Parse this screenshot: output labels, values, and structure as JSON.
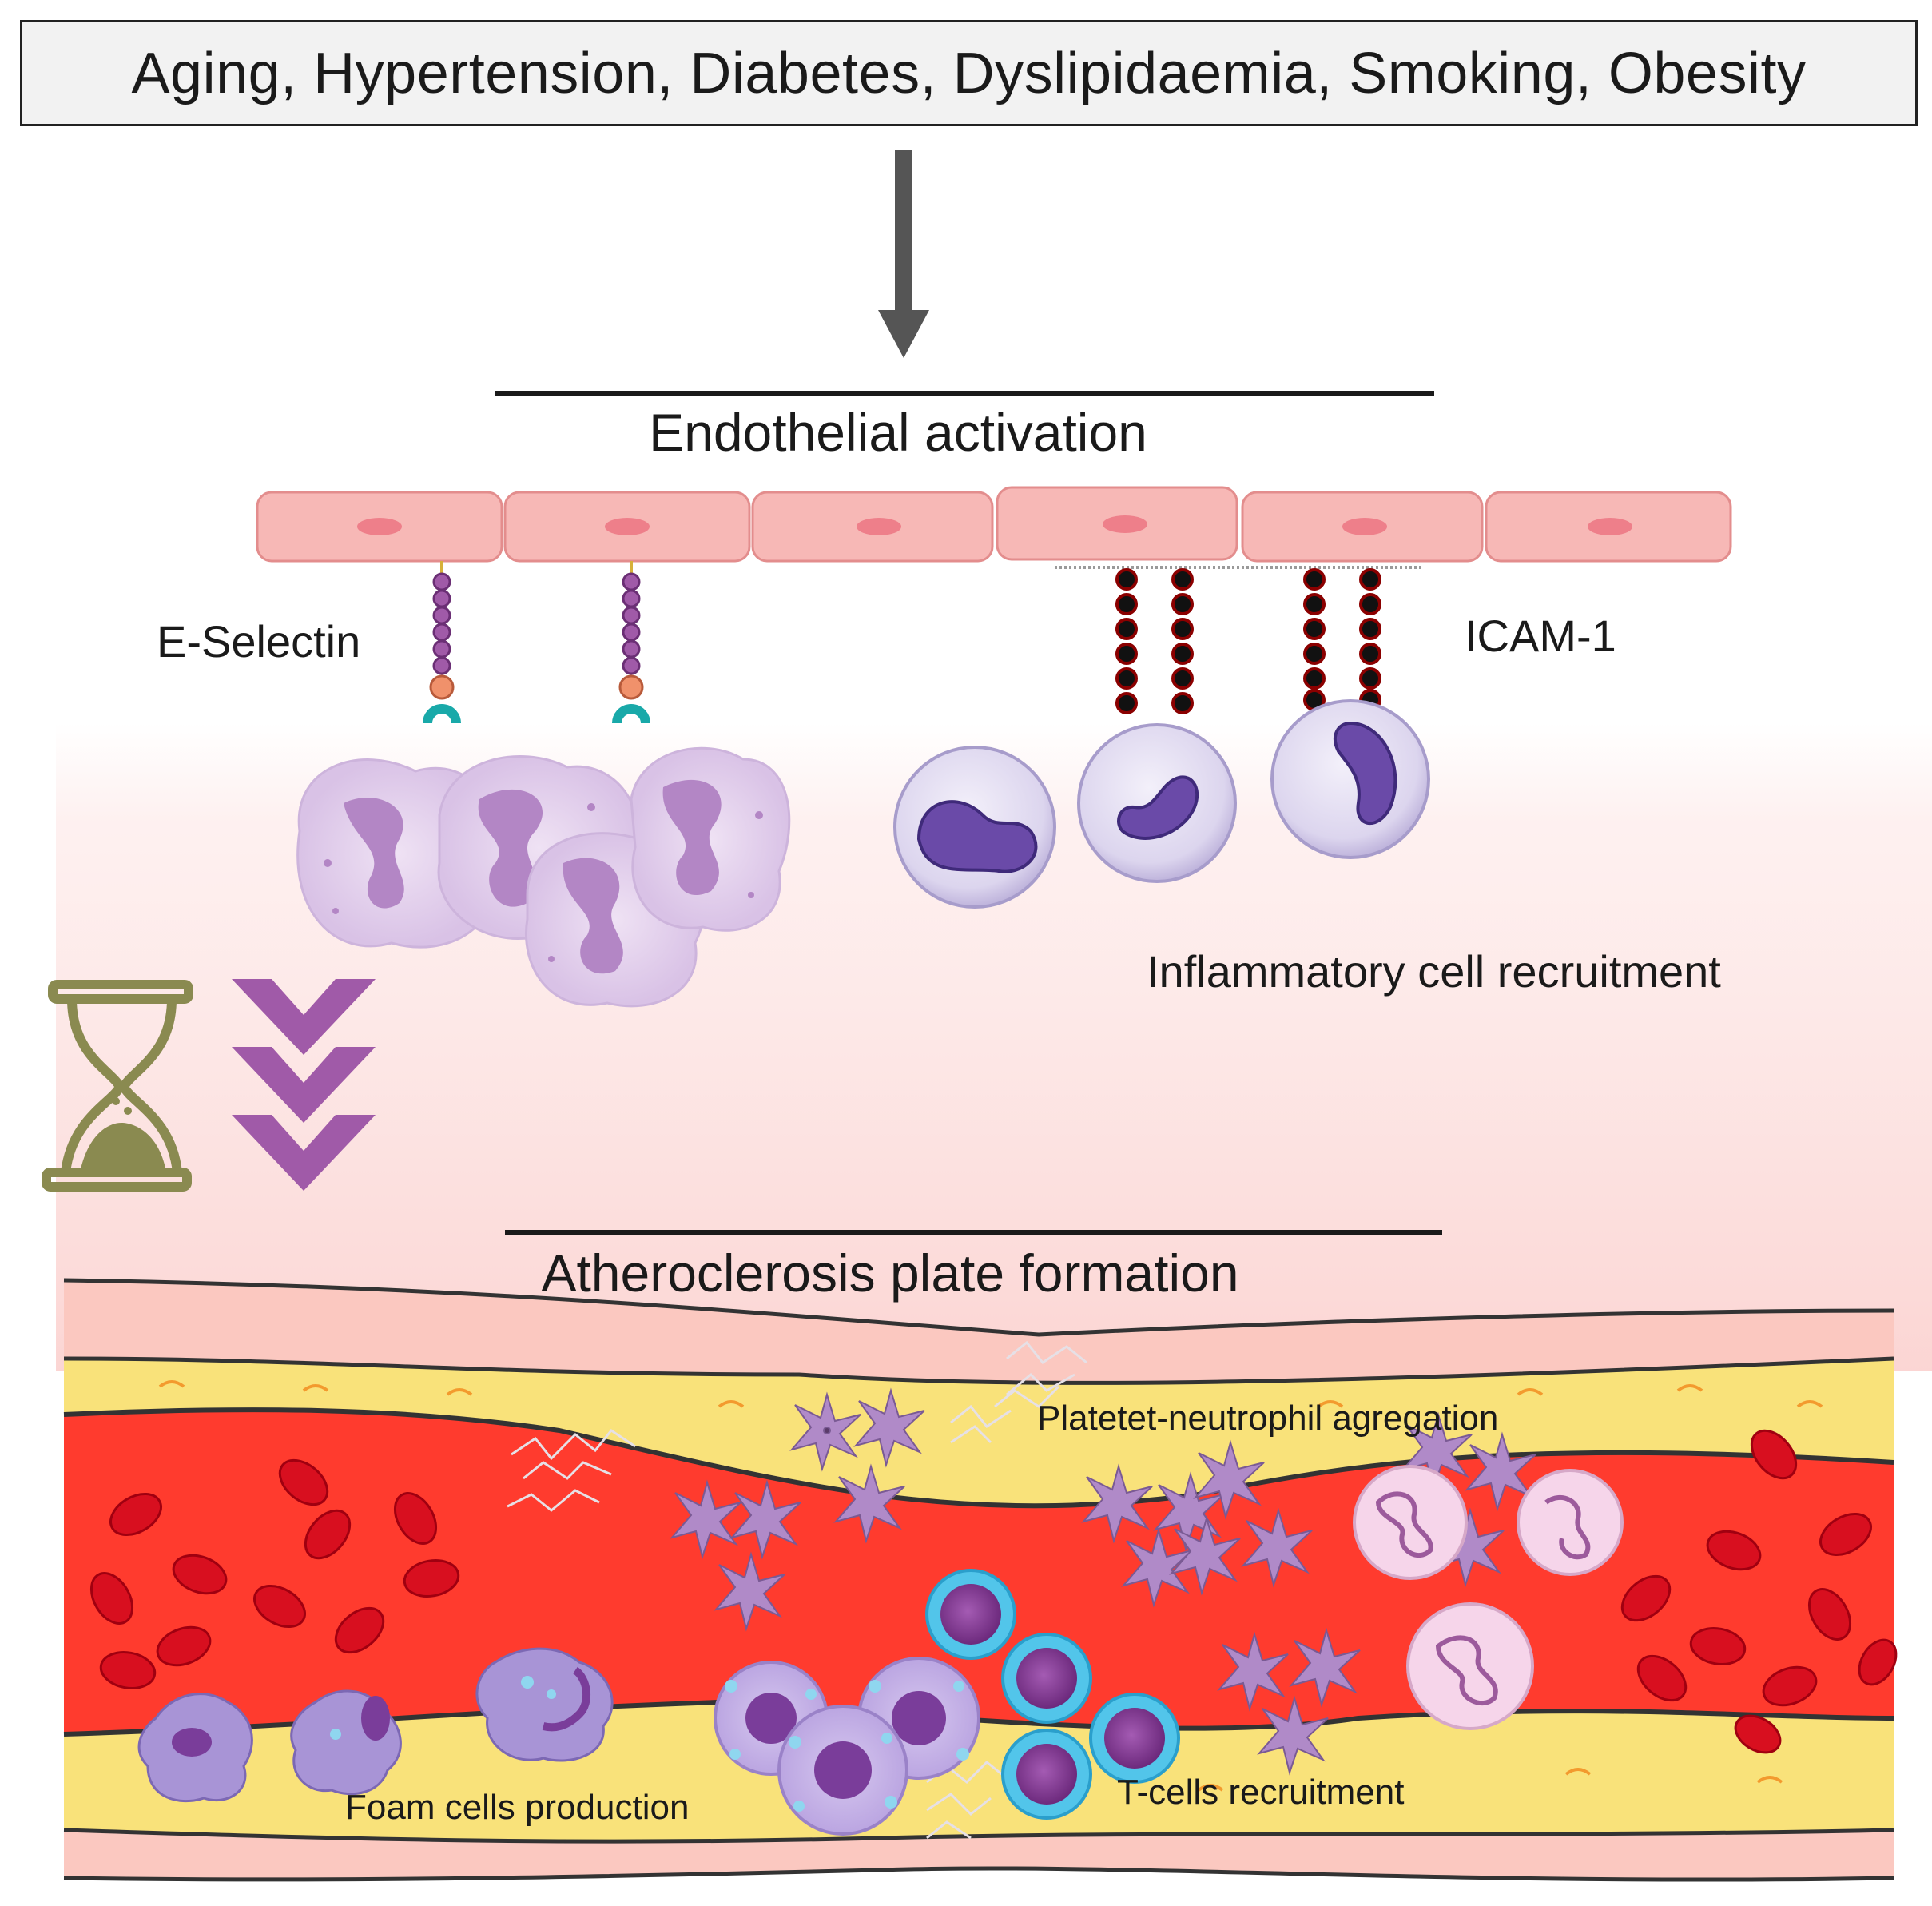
{
  "risk_factors": "Aging, Hypertension, Diabetes, Dyslipidaemia, Smoking, Obesity",
  "sections": {
    "endothelial": "Endothelial activation",
    "atherosclerosis": "Atheroclerosis plate formation"
  },
  "labels": {
    "e_selectin": "E-Selectin",
    "icam1": "ICAM-1",
    "inflammatory": "Inflammatory cell recruitment",
    "platelet": "Platetet-neutrophil agregation",
    "foam": "Foam cells production",
    "tcells": "T-cells recruitment"
  },
  "colors": {
    "arrow": "#555555",
    "endothelial_cell": "#f7b8b6",
    "endothelial_nucleus": "#ee7f8a",
    "neutrophil": "#e4d2ec",
    "lymphocyte_nucleus": "#6a4aa8",
    "selectin_bead": "#a05aa8",
    "icam_bead": "#7a0000",
    "chevron": "#a05aa8",
    "hourglass": "#8a8a50",
    "blood": "#ff3b2e",
    "rbc": "#d80f1f",
    "plaque": "#f9e27a",
    "platelet": "#b08ac8",
    "tcell_halo": "#52c5ea"
  },
  "icons": [
    "hourglass-icon",
    "chevron-down-icon"
  ]
}
